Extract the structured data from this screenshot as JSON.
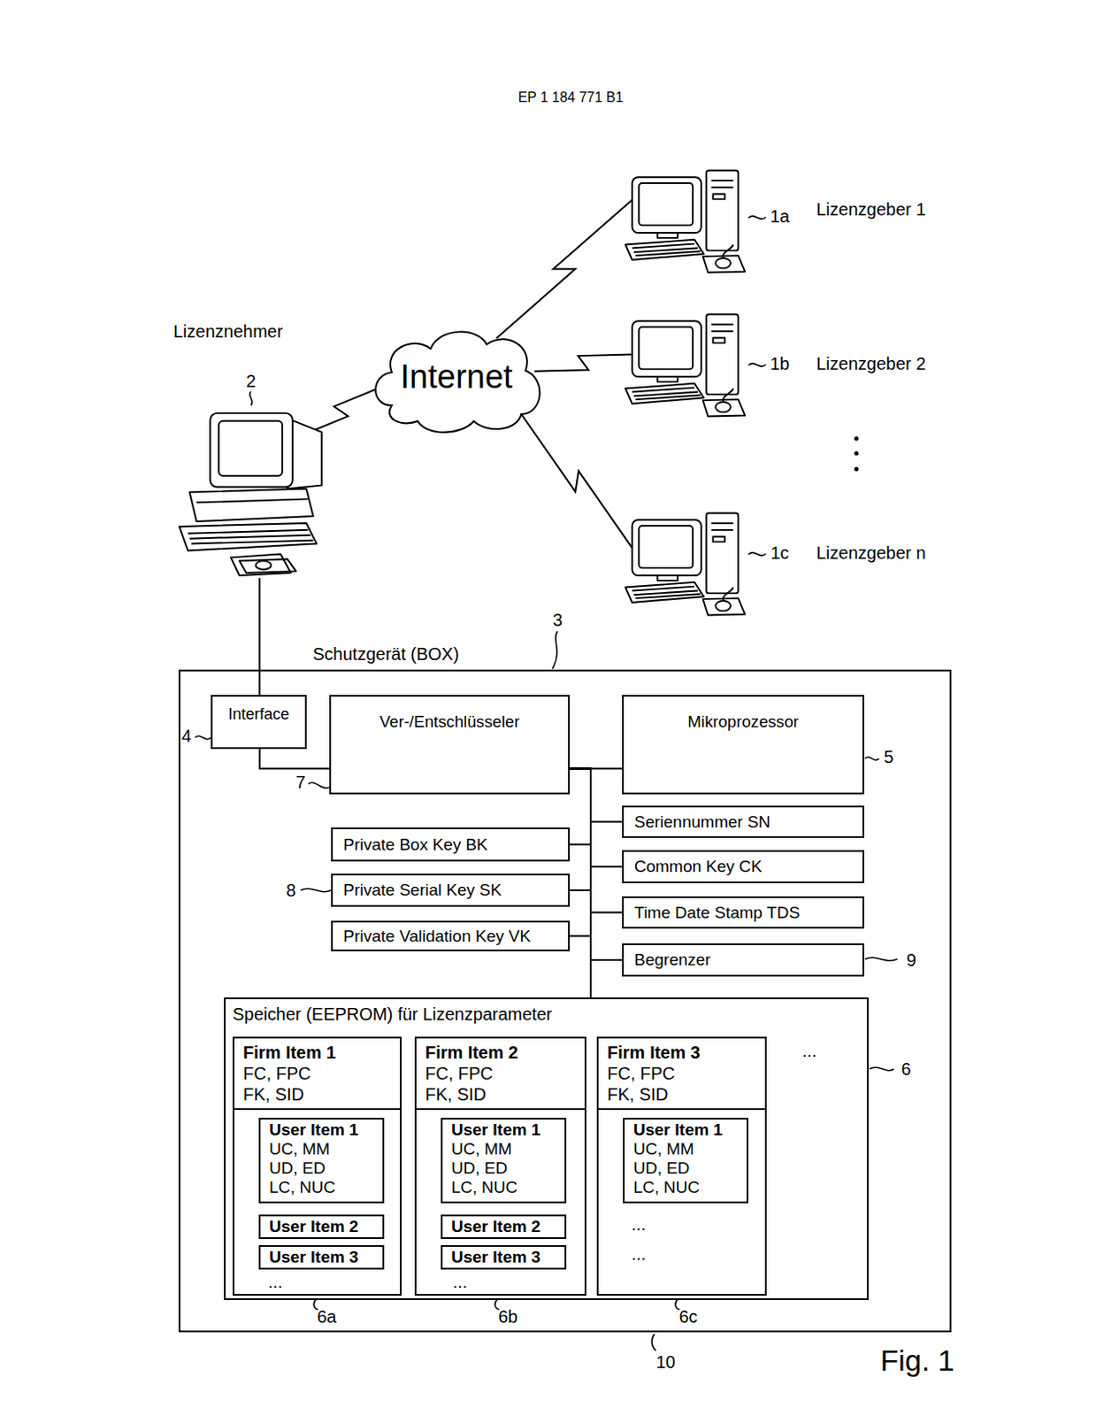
{
  "diagram": {
    "caption": "Fig. 1",
    "nodes": [
      {
        "text": [
          "Lizenzgeber 1"
        ]
      },
      {
        "text": [
          "Lizenzgeber 2"
        ]
      },
      {
        "text": [
          "Lizenznehmer"
        ]
      },
      {
        "text": [
          "Internet"
        ]
      },
      {
        "text": [
          "Lizenzgeber n"
        ]
      },
      {
        "text": [
          "Schutzgerät (BOX)"
        ]
      },
      {
        "text": [
          "Interface"
        ],
        "in": 5
      },
      {
        "text": [
          "Ver-/Entschlüsseler"
        ],
        "in": 5
      },
      {
        "text": [
          "Mikroprozessor"
        ],
        "in": 5
      },
      {
        "text": [
          "Seriennummer SN"
        ],
        "in": 5
      },
      {
        "text": [
          "Private Box Key BK"
        ],
        "in": 5
      },
      {
        "text": [
          "Common Key CK"
        ],
        "in": 5
      },
      {
        "text": [
          "Private Serial Key SK"
        ],
        "in": 5
      },
      {
        "text": [
          "Time Date Stamp TDS"
        ],
        "in": 5
      },
      {
        "text": [
          "Private Validation Key VK"
        ],
        "in": 5
      },
      {
        "text": [
          "Begrenzer"
        ],
        "in": 5
      },
      {
        "text": [
          "Speicher (EEPROM) für Lizenzparameter"
        ],
        "in": 5
      },
      {
        "text": [
          "Firm Item 1",
          "FC, FPC",
          "FK, SID"
        ],
        "in": 16
      },
      {
        "text": [
          "User Item 1",
          "UC, MM",
          "UD, ED",
          "LC, NUC"
        ],
        "in": 17
      },
      {
        "text": [
          "User Item 2"
        ],
        "in": 17
      },
      {
        "text": [
          "User Item 3"
        ],
        "in": 17
      },
      {
        "text": [
          "Firm Item 2",
          "FC, FPC",
          "FK, SID"
        ],
        "in": 16
      },
      {
        "text": [
          "User Item 1",
          "UC, MM",
          "UD, ED",
          "LC, NUC"
        ],
        "in": 21
      },
      {
        "text": [
          "User Item 2"
        ],
        "in": 21
      },
      {
        "text": [
          "User Item 3"
        ],
        "in": 21
      },
      {
        "text": [
          "Firm Item 3",
          "FC, FPC",
          "FK, SID"
        ],
        "in": 16
      },
      {
        "text": [
          "User Item 1",
          "UC, MM",
          "UD, ED",
          "LC, NUC"
        ],
        "in": 25
      }
    ],
    "edges": [
      {
        "from": 2,
        "to": 3,
        "arrow": "none"
      },
      {
        "from": 3,
        "to": 0,
        "arrow": "none"
      },
      {
        "from": 3,
        "to": 1,
        "arrow": "none"
      },
      {
        "from": 3,
        "to": 4,
        "arrow": "none"
      },
      {
        "from": 2,
        "to": 6,
        "arrow": "none"
      },
      {
        "from": 6,
        "to": 7,
        "arrow": "none"
      },
      {
        "from": 7,
        "to": 8,
        "arrow": "none"
      },
      {
        "from": 7,
        "to": 9,
        "arrow": "none"
      },
      {
        "from": 7,
        "to": 10,
        "arrow": "none"
      },
      {
        "from": 7,
        "to": 11,
        "arrow": "none"
      },
      {
        "from": 7,
        "to": 12,
        "arrow": "none"
      },
      {
        "from": 7,
        "to": 13,
        "arrow": "none"
      },
      {
        "from": 7,
        "to": 14,
        "arrow": "none"
      },
      {
        "from": 7,
        "to": 15,
        "arrow": "none"
      },
      {
        "from": 7,
        "to": 16,
        "arrow": "none"
      }
    ],
    "labels": [
      "EP 1 184 771 B1",
      "1a",
      "1b",
      "1c",
      "2",
      "3",
      "4",
      "7",
      "5",
      "8",
      "9",
      "6",
      "...",
      "...",
      "...",
      "...",
      "...",
      "6a",
      "6b",
      "6c",
      "10"
    ]
  }
}
